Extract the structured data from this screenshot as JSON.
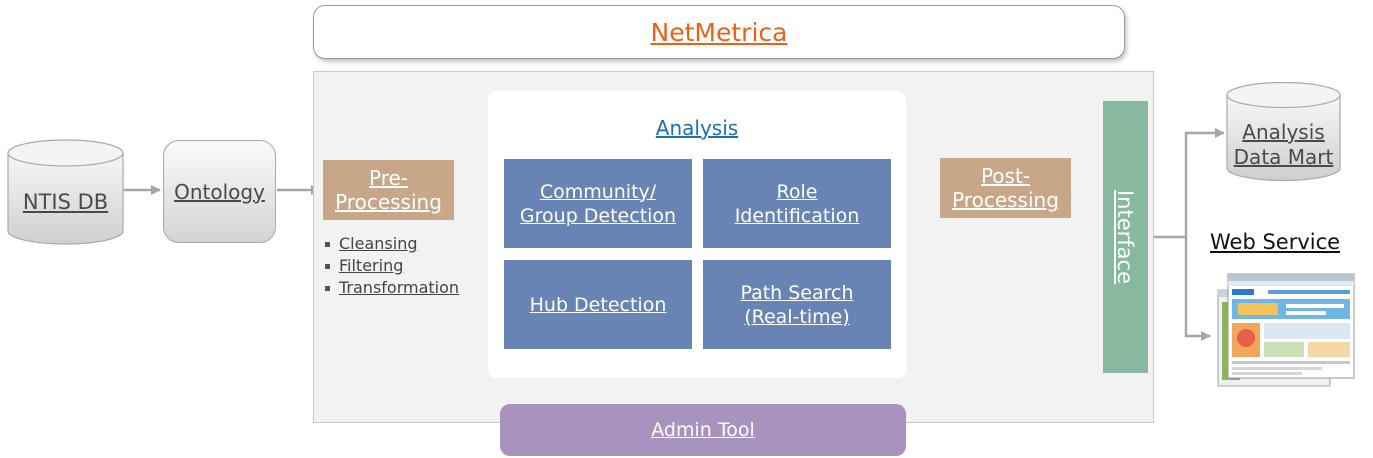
{
  "title": "NetMetrica",
  "source": {
    "label": "NTIS DB"
  },
  "ontology": {
    "label": "Ontology"
  },
  "pre_processing": {
    "label": "Pre-\nProcessing",
    "steps": [
      "Cleansing",
      "Filtering",
      "Transformation"
    ]
  },
  "analysis": {
    "title": "Analysis",
    "modules": [
      "Community/\nGroup Detection",
      "Role\nIdentification",
      "Hub Detection",
      "Path Search\n(Real-time)"
    ]
  },
  "post_processing": {
    "label": "Post-\nProcessing"
  },
  "interface": {
    "label": "Interface"
  },
  "outputs": {
    "data_mart": "Analysis\nData Mart",
    "web_service": "Web Service"
  },
  "admin_tool": {
    "label": "Admin Tool"
  },
  "colors": {
    "title_text": "#e8631a",
    "analysis_title": "#1a6fb5",
    "processing_box": "#c8a688",
    "analysis_module": "#6784b5",
    "interface_bar": "#86b9a0",
    "admin_bar": "#a893bf",
    "platform_bg": "#f2f2f2",
    "arrow": "#a6a6a6"
  }
}
